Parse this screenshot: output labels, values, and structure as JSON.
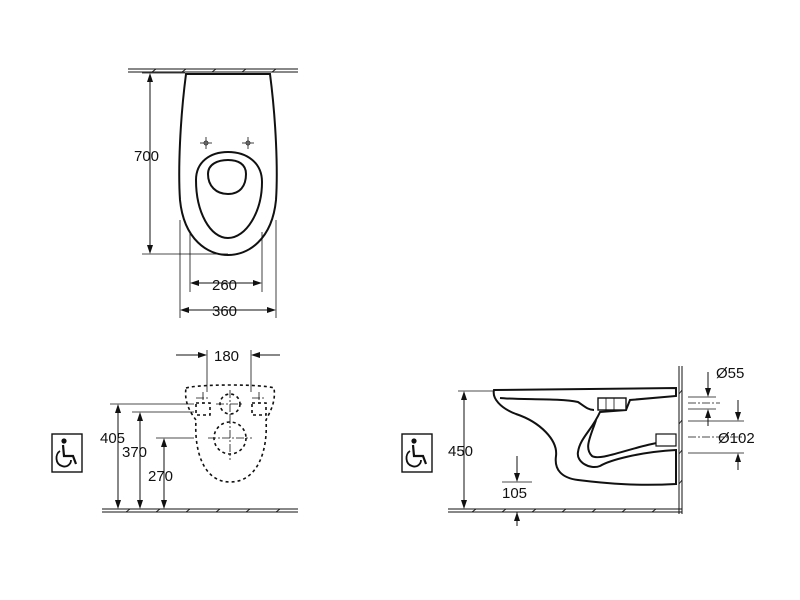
{
  "top_view": {
    "height_label": "700",
    "inner_width_label": "260",
    "outer_width_label": "360"
  },
  "front_view": {
    "top_width_label": "180",
    "height_405_label": "405",
    "height_370_label": "370",
    "height_270_label": "270"
  },
  "side_view": {
    "height_450_label": "450",
    "offset_105_label": "105",
    "pipe_55_label": "Ø55",
    "pipe_102_label": "Ø102"
  },
  "icons": [
    "wheelchair-accessible-icon",
    "wheelchair-accessible-icon"
  ]
}
